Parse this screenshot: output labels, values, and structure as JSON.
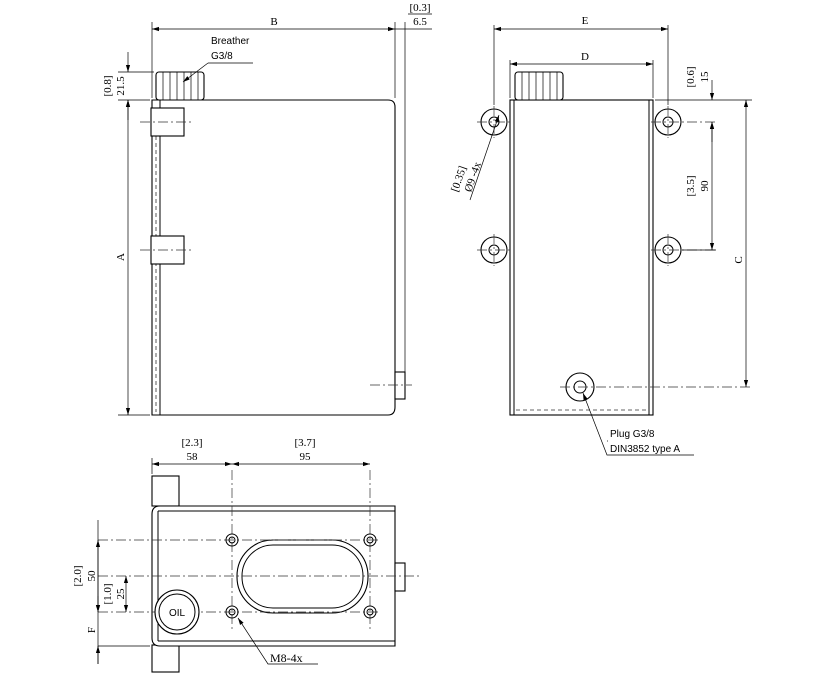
{
  "labels": {
    "B": "B",
    "A": "A",
    "E": "E",
    "D": "D",
    "C": "C",
    "F": "F",
    "breather_line1": "Breather",
    "breather_line2": "G3/8",
    "plug_line1": "Plug G3/8",
    "plug_line2": "DIN3852 type A",
    "m8": "M8-4x",
    "hole_callout": "Ø9 -4x",
    "hole_callout_inch": "[0.35]",
    "oil_mark": "OIL"
  },
  "dims": {
    "d03": "[0.3]",
    "d65": "6.5",
    "d08": "[0.8]",
    "d215": "21.5",
    "d06": "[0.6]",
    "d15": "15",
    "d35": "[3.5]",
    "d90": "90",
    "d23": "[2.3]",
    "d58": "58",
    "d37": "[3.7]",
    "d95": "95",
    "d20": "[2.0]",
    "d50": "50",
    "d10": "[1.0]",
    "d25": "25"
  }
}
